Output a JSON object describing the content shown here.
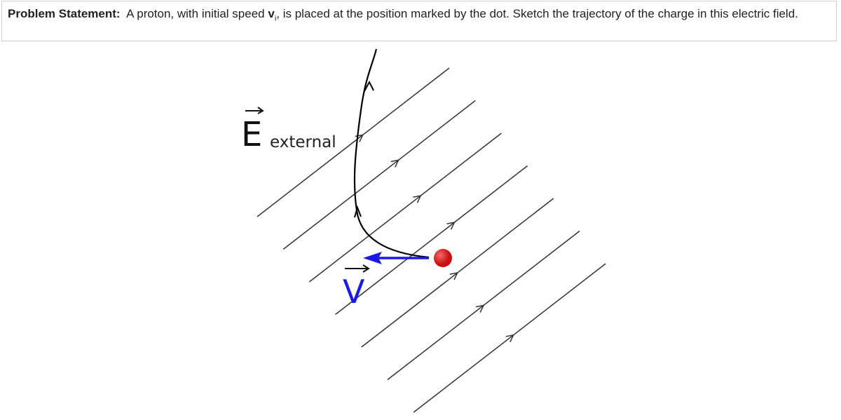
{
  "problem": {
    "label": "Problem Statement:",
    "text_before": "A proton, with initial speed ",
    "var": "v",
    "sub": "i",
    "text_after": ", is placed at the position marked by the dot.  Sketch the trajectory of the charge in this electric field."
  },
  "diagram": {
    "field_symbol": "E",
    "field_subscript": "external",
    "velocity_symbol": "V",
    "colors": {
      "field": "#333333",
      "velocity": "#1a1ae6",
      "proton": "#e02020",
      "trajectory": "#000000"
    }
  }
}
